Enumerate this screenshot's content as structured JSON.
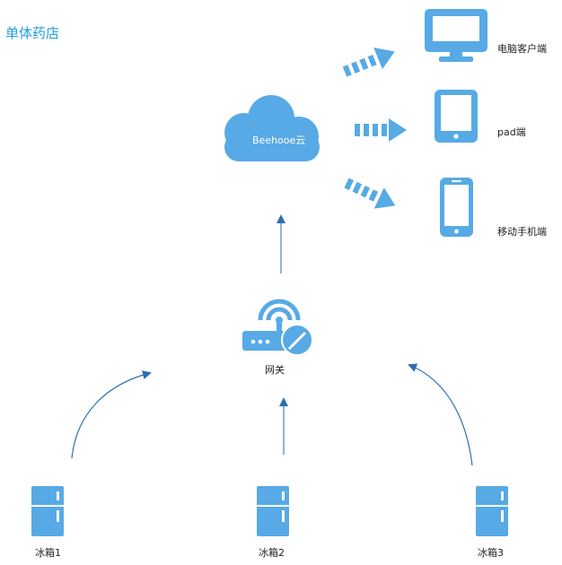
{
  "title": "单体药店",
  "cloud": {
    "label": "Beehooe云"
  },
  "clients": {
    "pc": "电脑客户端",
    "pad": "pad端",
    "mobile": "移动手机端"
  },
  "gateway": {
    "label": "网关"
  },
  "fridges": [
    "冰箱1",
    "冰箱2",
    "冰箱3"
  ],
  "colors": {
    "icon": "#57aae5",
    "arrow": "#1f6fb5",
    "title": "#1e9be0"
  }
}
